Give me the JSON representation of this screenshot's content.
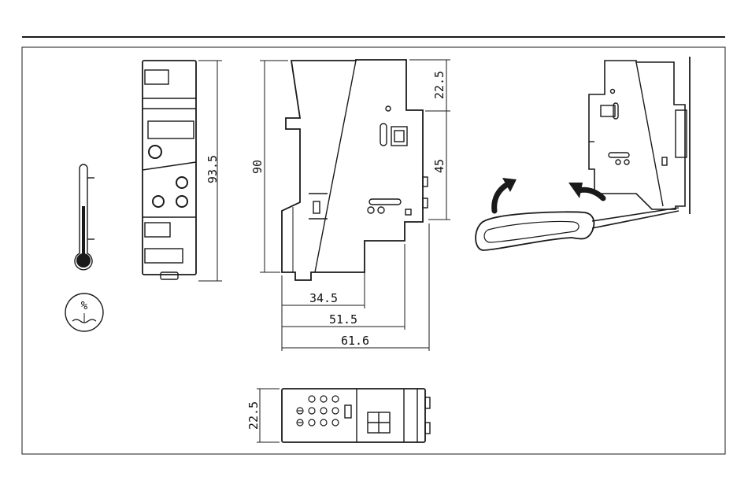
{
  "dimensions": {
    "front_height": "93.5",
    "side_height": "90",
    "side_top_offset": "22.5",
    "side_mid_height": "45",
    "depth_1": "34.5",
    "depth_2": "51.5",
    "depth_3": "61.6",
    "bottom_width": "22.5"
  },
  "icons": {
    "thermometer": "thermometer-icon",
    "humidity": "humidity-icon",
    "humidity_symbol": "%",
    "screwdriver": "screwdriver-icon",
    "arrow": "curved-arrow-icon"
  },
  "colors": {
    "line": "#1a1a1a",
    "background": "#ffffff"
  }
}
